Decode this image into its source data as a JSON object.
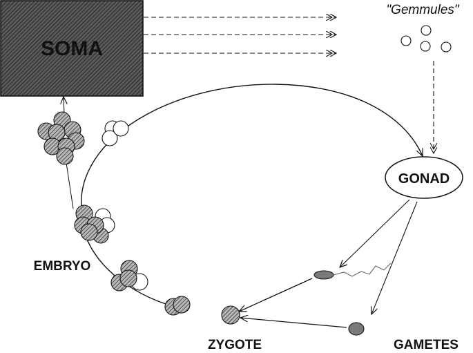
{
  "labels": {
    "soma": "SOMA",
    "gemmules": "\"Gemmules\"",
    "gonad": "GONAD",
    "embryo": "EMBRYO",
    "zygote": "ZYGOTE",
    "gametes": "GAMETES"
  },
  "colors": {
    "ink": "#111111",
    "hatch_fill": "#9a9a9a",
    "gamete_fill": "#7a7a7a",
    "soma_fill": "#6e6e6e",
    "background": "#ffffff"
  }
}
